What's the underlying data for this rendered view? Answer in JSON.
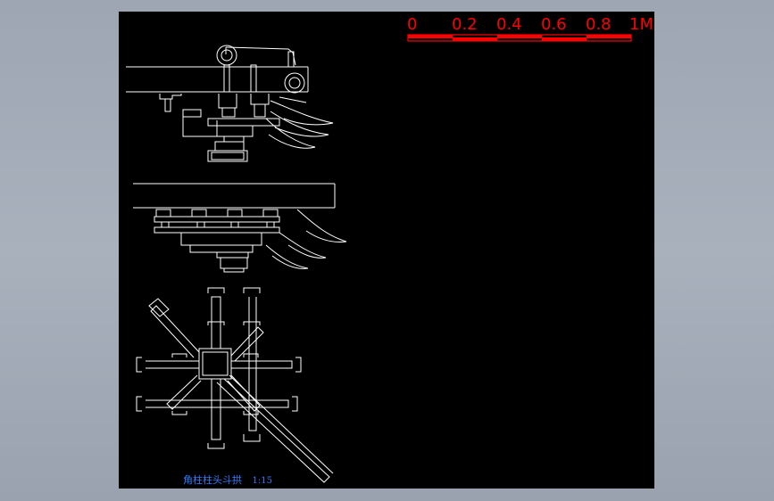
{
  "scale_bar": {
    "labels": [
      "0",
      "0.2",
      "0.4",
      "0.6",
      "0.8",
      "1M"
    ],
    "color": "#ff0000"
  },
  "caption": {
    "title": "角柱柱头斗拱",
    "scale": "1:15",
    "color": "#2f7bff"
  },
  "colors": {
    "background": "#a3abb8",
    "drawing_area": "#000000",
    "line": "#ffffff"
  }
}
